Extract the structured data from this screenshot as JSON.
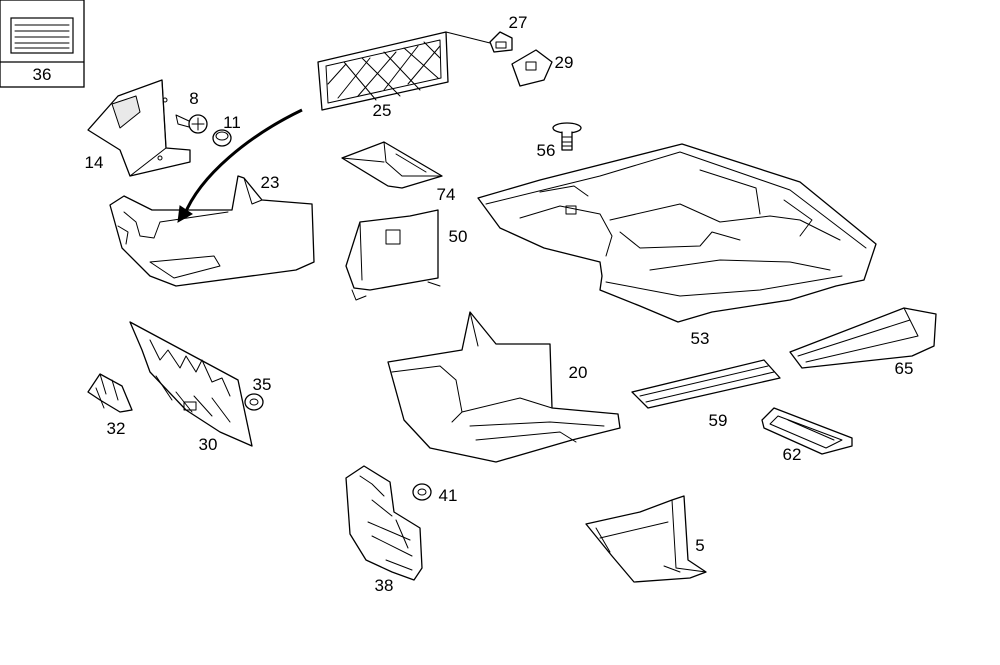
{
  "callouts": {
    "c5": "5",
    "c8": "8",
    "c11": "11",
    "c14": "14",
    "c20": "20",
    "c23": "23",
    "c25": "25",
    "c27": "27",
    "c29": "29",
    "c30": "30",
    "c32": "32",
    "c35": "35",
    "c36": "36",
    "c38": "38",
    "c41": "41",
    "c50": "50",
    "c53": "53",
    "c56": "56",
    "c59": "59",
    "c62": "62",
    "c65": "65",
    "c74": "74"
  },
  "colors": {
    "line": "#000000",
    "background": "#ffffff",
    "fill": "#ffffff"
  }
}
